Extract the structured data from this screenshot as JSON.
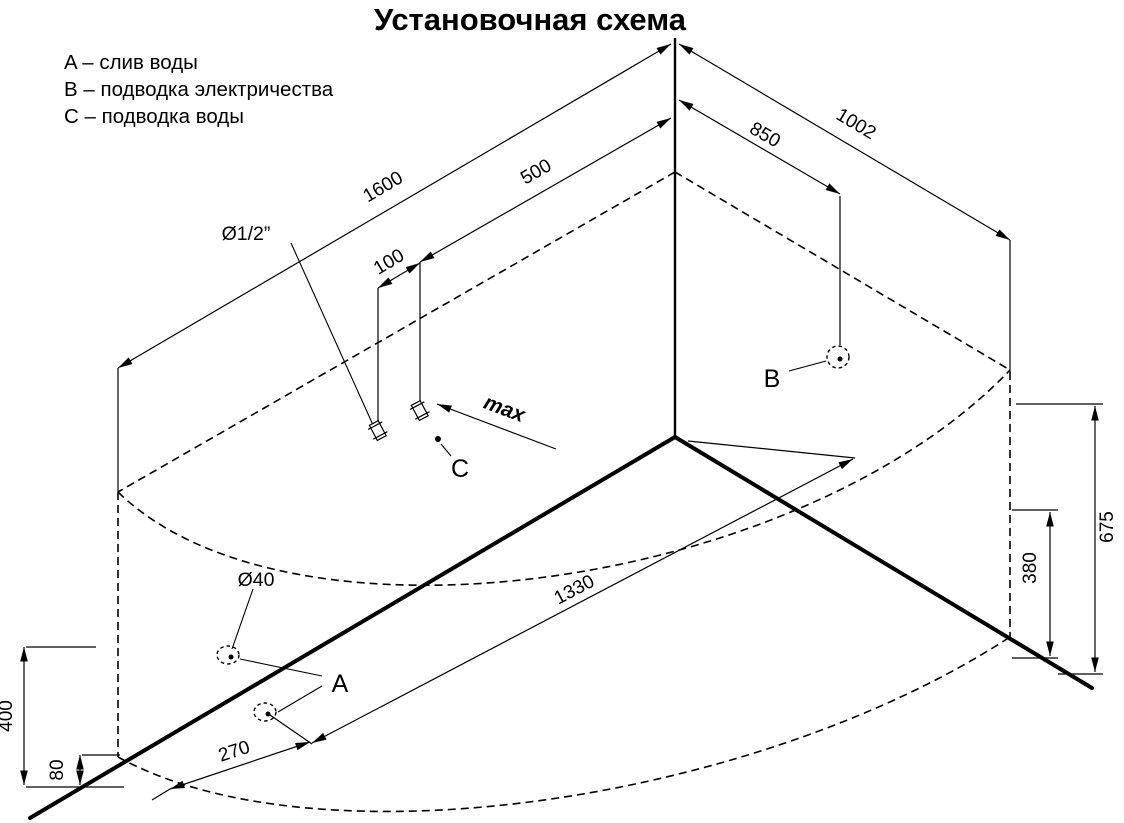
{
  "title": "Установочная схема",
  "legend": {
    "item_a": "A – слив воды",
    "item_b": "B – подводка электричества",
    "item_c": "C – подводка воды"
  },
  "points": {
    "a": "A",
    "b": "B",
    "c": "C"
  },
  "annotations": {
    "max_water_level": "max",
    "pipe_diameter": "Ø1/2”",
    "drain_diameter": "Ø40"
  },
  "dimensions_mm": {
    "left_wall_length": "1600",
    "water_supply_to_corner": "500",
    "pipe_spacing": "100",
    "electric_to_corner": "850",
    "right_wall_length": "1002",
    "electric_height": "675",
    "rim_height": "380",
    "drain_to_corner": "1330",
    "drain_to_wall_end": "270",
    "drain_offset": "400",
    "drain_edge_offset": "80"
  },
  "colors": {
    "ink": "#000000",
    "background": "#ffffff"
  }
}
